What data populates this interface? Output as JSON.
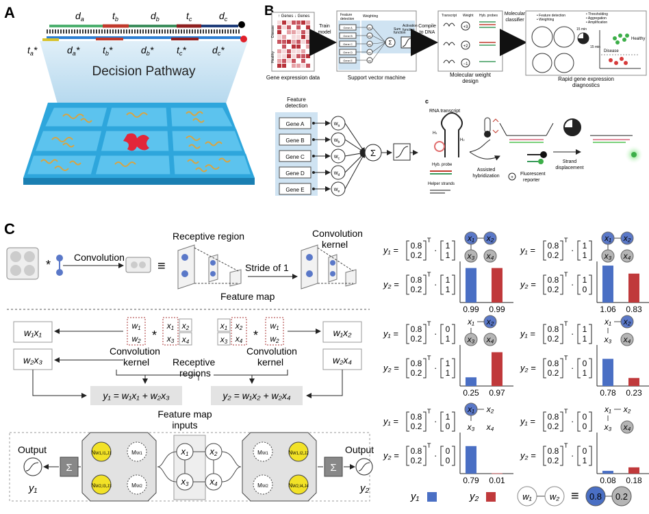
{
  "panelA": {
    "label": "A",
    "domainsTop": [
      "d",
      "t",
      "d",
      "t",
      "d"
    ],
    "domainsTopSub": [
      "a",
      "b",
      "b",
      "c",
      "c"
    ],
    "domainsBottom": [
      "t",
      "d",
      "t",
      "d",
      "t",
      "d"
    ],
    "domainsBottomSub": [
      "a",
      "a",
      "b",
      "b",
      "c",
      "c"
    ],
    "star": "*",
    "caption": "Decision Pathway"
  },
  "panelB": {
    "label": "B",
    "geneHeader": "↑ Genes  ↓ Genes",
    "diseaseLabel": "Disease",
    "healthyLabel": "Healthy",
    "cap1": "Gene expression data",
    "arrow1": [
      "Train",
      "model"
    ],
    "featureDetection": [
      "Feature",
      "detection"
    ],
    "weighting": "Weighting",
    "genes": [
      "Gene A",
      "Gene B",
      "Gene C",
      "Gene D",
      "Gene E"
    ],
    "weightsSmall": [
      "w₁",
      "w₂",
      "w₃",
      "w₄",
      "w₅"
    ],
    "sumFunction": [
      "Sum",
      "function"
    ],
    "activationFunction": [
      "Activation",
      "function"
    ],
    "cap2": "Support vector machine",
    "arrow2": [
      "Compile",
      "to DNA"
    ],
    "colHeaders": [
      "Transcript",
      "Weight",
      "Hyb. probes"
    ],
    "weightVals": [
      "+3",
      "+2",
      "−1"
    ],
    "cap3": [
      "Molecular weight",
      "design"
    ],
    "arrow3": [
      "Molecular",
      "classifier"
    ],
    "diagBullets1": [
      "• Feature detection",
      "• Weighting"
    ],
    "diagBullets2": [
      "• Thresholding",
      "• Aggregation",
      "• Amplification"
    ],
    "min15": "15 min",
    "healthyDot": "Healthy",
    "diseaseDot": "Disease",
    "cap4": [
      "Rapid gene expression",
      "diagnostics"
    ],
    "subC": "c",
    "bigGenes": [
      "Gene A",
      "Gene B",
      "Gene C",
      "Gene D",
      "Gene E"
    ],
    "bigWeights": [
      "w",
      "w",
      "w",
      "w",
      "w"
    ],
    "bigWeightSubs": [
      "a",
      "b",
      "c",
      "d",
      "e"
    ],
    "featureDet2": [
      "Feature",
      "detection"
    ],
    "rnaTranscript": "RNA transcript",
    "hybProbe": "Hyb. probe",
    "helperStrands": "Helper strands",
    "assisted": [
      "Assisted",
      "hybridization"
    ],
    "fluorescent": [
      "Fluorescent",
      "reporter"
    ],
    "strand": [
      "Strand",
      "displacement"
    ]
  },
  "panelC": {
    "label": "C",
    "convolution": "Convolution",
    "receptiveRegion": "Receptive region",
    "strideOf1": "Stride of 1",
    "featureMap": "Feature map",
    "convKernelTitle": [
      "Convolution",
      "kernel"
    ],
    "convKernel": [
      "Convolution",
      "kernel"
    ],
    "receptiveRegions": [
      "Receptive",
      "regions"
    ],
    "eq1": "y₁ = w₁x₁ + w₂x₃",
    "eq2": "y₂ = w₁x₂ + w₂x₄",
    "out1": [
      "w₁x₁",
      "w₂x₃"
    ],
    "out2": [
      "w₁x₂",
      "w₂x₄"
    ],
    "featureMapInputs": [
      "Feature map",
      "inputs"
    ],
    "output": "Output",
    "y1": "y₁",
    "y2": "y₂",
    "sigma": "Σ",
    "legendY1": "y₁",
    "legendY2": "y₂",
    "legendW": [
      "w₁",
      "w₂"
    ],
    "legendVals": [
      "0.8",
      "0.2"
    ],
    "colors": {
      "y1": "#4a6fc4",
      "y2": "#c0393b",
      "yellow": "#f2e227",
      "blueNode": "#5a78c8",
      "grayNode": "#b5b5b5"
    }
  },
  "chart_data": [
    {
      "type": "bar",
      "categories": [
        "y₁",
        "y₂"
      ],
      "values": [
        0.99,
        0.99
      ],
      "inputs": [
        [
          1,
          1
        ],
        [
          1,
          1
        ]
      ]
    },
    {
      "type": "bar",
      "categories": [
        "y₁",
        "y₂"
      ],
      "values": [
        1.06,
        0.83
      ],
      "inputs": [
        [
          1,
          1
        ],
        [
          1,
          0
        ]
      ]
    },
    {
      "type": "bar",
      "categories": [
        "y₁",
        "y₂"
      ],
      "values": [
        0.25,
        0.97
      ],
      "inputs": [
        [
          0,
          1
        ],
        [
          1,
          1
        ]
      ]
    },
    {
      "type": "bar",
      "categories": [
        "y₁",
        "y₂"
      ],
      "values": [
        0.78,
        0.23
      ],
      "inputs": [
        [
          1,
          1
        ],
        [
          0,
          1
        ]
      ]
    },
    {
      "type": "bar",
      "categories": [
        "y₁",
        "y₂"
      ],
      "values": [
        0.79,
        0.01
      ],
      "inputs": [
        [
          1,
          0
        ],
        [
          0,
          0
        ]
      ]
    },
    {
      "type": "bar",
      "categories": [
        "y₁",
        "y₂"
      ],
      "values": [
        0.08,
        0.18
      ],
      "inputs": [
        [
          0,
          0
        ],
        [
          0,
          1
        ]
      ]
    }
  ],
  "miniPanels": [
    {
      "y1vec": [
        "1",
        "1"
      ],
      "y2vec": [
        "1",
        "1"
      ],
      "vals": [
        "0.99",
        "0.99"
      ],
      "nodes": [
        "x₁",
        "x₂",
        "x₃",
        "x₄"
      ],
      "active": [
        true,
        true,
        false,
        false
      ]
    },
    {
      "y1vec": [
        "1",
        "1"
      ],
      "y2vec": [
        "1",
        "0"
      ],
      "vals": [
        "1.06",
        "0.83"
      ],
      "nodes": [
        "x₁",
        "x₂",
        "x₃",
        "x₄"
      ],
      "active": [
        true,
        true,
        false,
        false
      ]
    },
    {
      "y1vec": [
        "0",
        "1"
      ],
      "y2vec": [
        "1",
        "1"
      ],
      "vals": [
        "0.25",
        "0.97"
      ],
      "nodes": [
        "x₁",
        "x₂",
        "x₃",
        "x₄"
      ],
      "active": [
        false,
        true,
        false,
        false
      ]
    },
    {
      "y1vec": [
        "1",
        "1"
      ],
      "y2vec": [
        "0",
        "1"
      ],
      "vals": [
        "0.78",
        "0.23"
      ],
      "nodes": [
        "x₁",
        "x₂",
        "x₃",
        "x₄"
      ],
      "active": [
        false,
        true,
        false,
        false
      ]
    },
    {
      "y1vec": [
        "1",
        "0"
      ],
      "y2vec": [
        "0",
        "0"
      ],
      "vals": [
        "0.79",
        "0.01"
      ],
      "nodes": [
        "x₁",
        "x₂",
        "x₃",
        "x₄"
      ],
      "active": [
        true,
        false,
        false,
        false
      ]
    },
    {
      "y1vec": [
        "0",
        "0"
      ],
      "y2vec": [
        "0",
        "1"
      ],
      "vals": [
        "0.08",
        "0.18"
      ],
      "nodes": [
        "x₁",
        "x₂",
        "x₃",
        "x₄"
      ],
      "active": [
        false,
        false,
        false,
        false
      ]
    }
  ],
  "matrix": {
    "a": "0.8",
    "b": "0.2",
    "T": "T",
    "y1": "y₁ =",
    "y2": "y₂ =",
    "dot": "·"
  }
}
